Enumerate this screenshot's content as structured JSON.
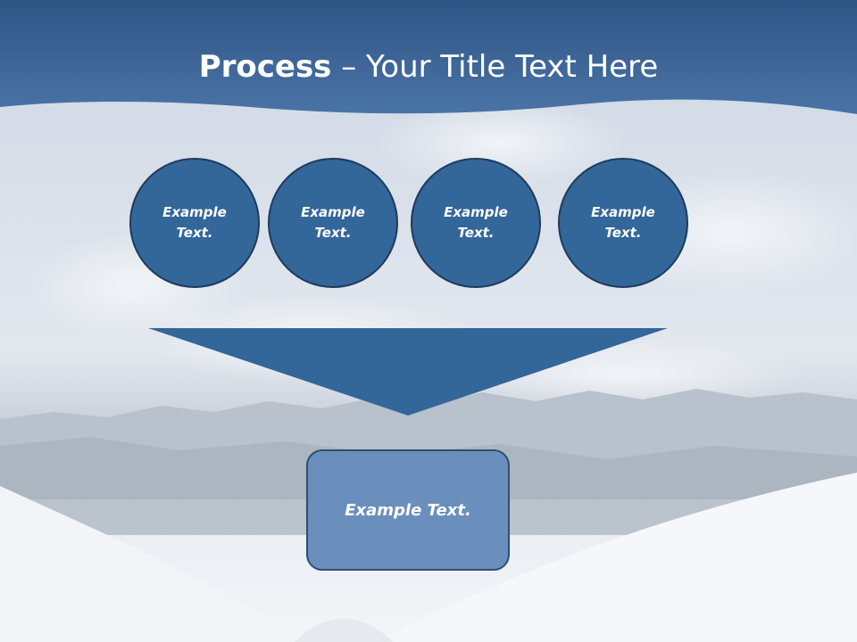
{
  "title": {
    "bold": "Process",
    "rest": " – Your Title Text Here"
  },
  "steps": [
    {
      "label": "Example Text."
    },
    {
      "label": "Example Text."
    },
    {
      "label": "Example Text."
    },
    {
      "label": "Example Text."
    }
  ],
  "result": {
    "label": "Example Text."
  },
  "colors": {
    "header": "#3d6596",
    "circle_fill": "#336699",
    "arrow_fill": "#336699",
    "result_fill": "#6a8fbd"
  }
}
